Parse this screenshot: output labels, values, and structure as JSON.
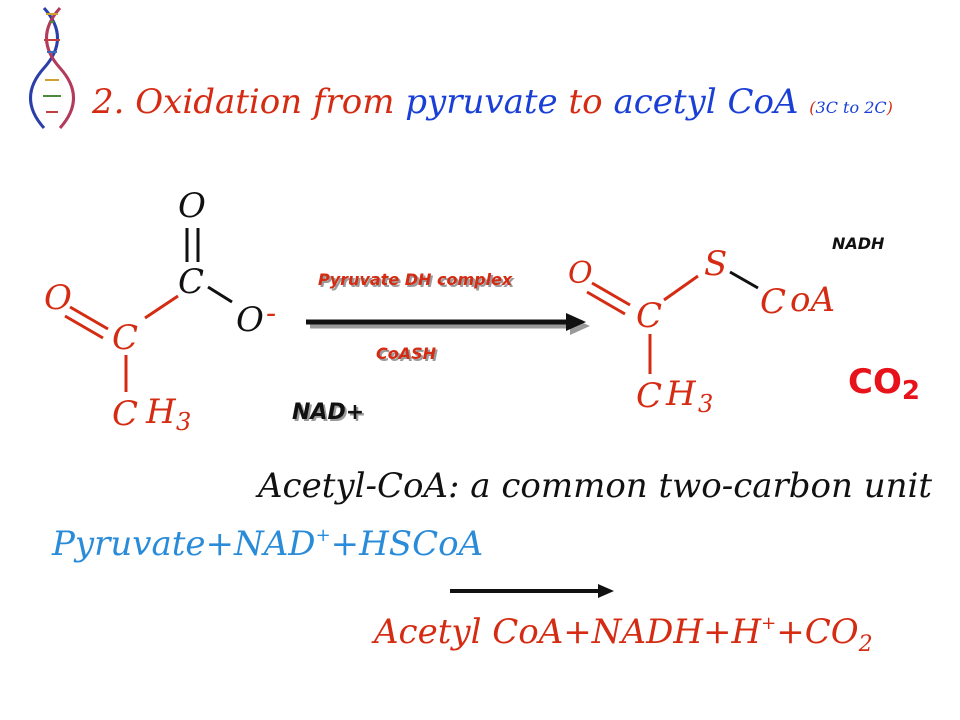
{
  "title": {
    "number": "2.",
    "part1": "Oxidation from",
    "part2": "pyruvate",
    "part3": "to",
    "part4": "acetyl CoA",
    "sub_open": "(",
    "sub_text": "3C to 2C",
    "sub_close": ")"
  },
  "pyruvate_structure": {
    "o_top": "O",
    "c_carboxyl": "C",
    "o_minus": "O",
    "minus": "-",
    "o_keto": "O",
    "c_keto": "C",
    "ch3_c": "C",
    "ch3_h": "H",
    "ch3_3": "3"
  },
  "reaction": {
    "enzyme_label": "Pyruvate DH complex",
    "cofactor_label": "CoASH",
    "nad_label": "NAD+",
    "nadh_label": "NADH",
    "co2_main": "CO",
    "co2_sub": "2"
  },
  "acetylcoa_structure": {
    "o": "O",
    "c": "C",
    "s": "S",
    "c_coa": "C",
    "oa": "oA",
    "ch3_c": "C",
    "ch3_h": "H",
    "ch3_3": "3"
  },
  "tagline": "Acetyl-CoA:  a common two-carbon unit",
  "equation": {
    "left_a": "Pyruvate+NAD",
    "left_sup": "+",
    "left_b": "+HSCoA",
    "right_a": "Acetyl CoA+NADH+H",
    "right_sup": "+",
    "right_b": "+CO",
    "right_sub": "2"
  },
  "colors": {
    "accent_red": "#d42b12",
    "accent_blue": "#1a3fd6",
    "equation_blue": "#2a8cd8",
    "co2_red": "#e8121b"
  }
}
